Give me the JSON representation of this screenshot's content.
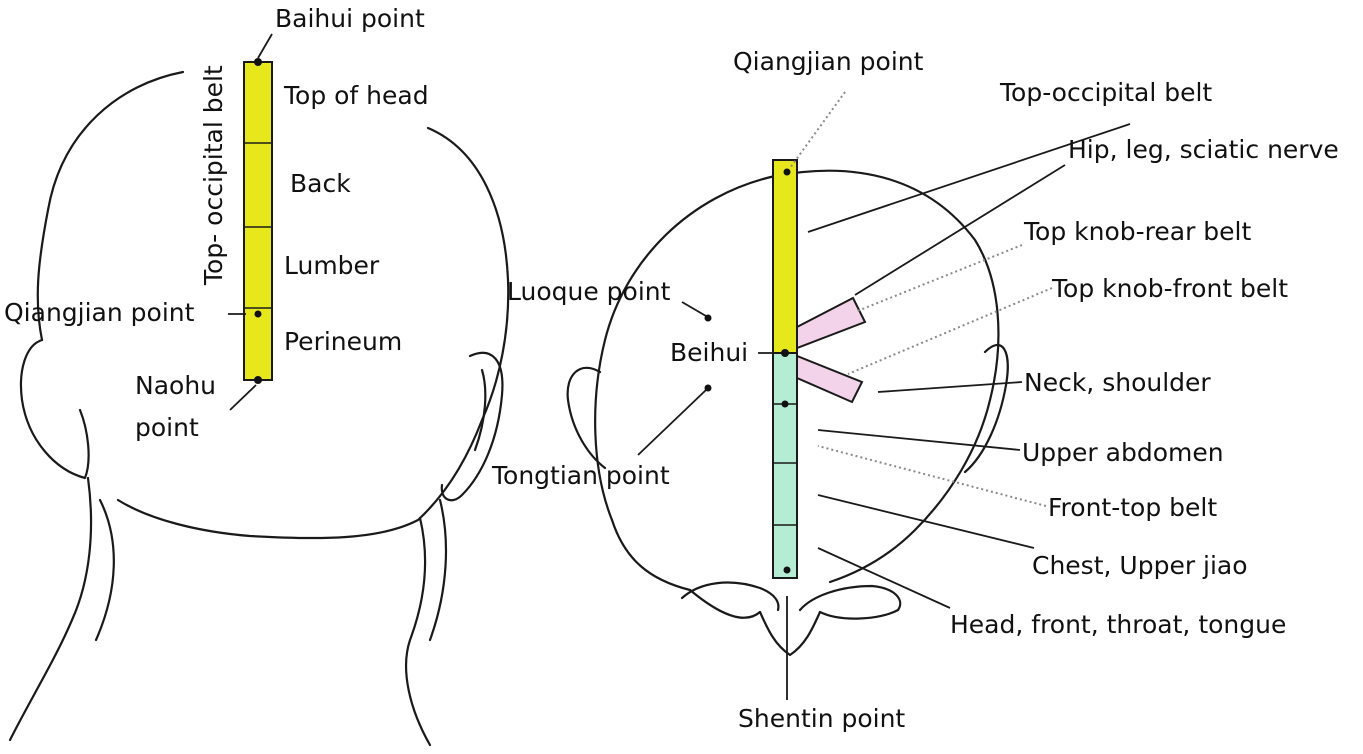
{
  "colors": {
    "occipital_belt": "#e6e81c",
    "front_top_belt": "#b4ecd4",
    "knob_belts": "#f2d3ea",
    "line": "#1a1a1a"
  },
  "left_view": {
    "belt_title": "Top- occipital belt",
    "baihui": "Baihui point",
    "top_of_head": "Top of head",
    "back": "Back",
    "lumber": "Lumber",
    "qiangjian": "Qiangjian point",
    "perineum": "Perineum",
    "naohu_line1": "Naohu",
    "naohu_line2": "point"
  },
  "right_view": {
    "qiangjian": "Qiangjian point",
    "top_occipital": "Top-occipital belt",
    "hip_leg": "Hip, leg, sciatic nerve",
    "knob_rear": "Top knob-rear belt",
    "knob_front": "Top knob-front belt",
    "luoque": "Luoque point",
    "beihui": "Beihui",
    "neck_shoulder": "Neck, shoulder",
    "upper_abdomen": "Upper abdomen",
    "tongtian": "Tongtian point",
    "front_top": "Front-top belt",
    "chest": "Chest, Upper jiao",
    "head_front": "Head, front, throat, tongue",
    "shentin": "Shentin point"
  }
}
